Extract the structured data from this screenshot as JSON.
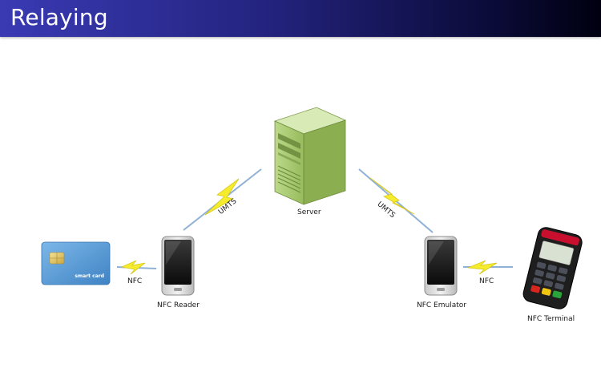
{
  "slide": {
    "title": "Relaying"
  },
  "nodes": {
    "server": "Server",
    "reader": "NFC Reader",
    "emulator": "NFC Emulator",
    "terminal": "NFC Terminal",
    "card_text": "smart card"
  },
  "links": {
    "umts_left": "UMTS",
    "umts_right": "UMTS",
    "nfc_left": "NFC",
    "nfc_right": "NFC"
  },
  "colors": {
    "title_bar_start": "#3a3ab4",
    "title_bar_end": "#000010",
    "bolt": "#f4ec2c",
    "link_line": "#8fb1d6",
    "server_body": "#a8c96e",
    "card_body": "#5d9ed6"
  }
}
